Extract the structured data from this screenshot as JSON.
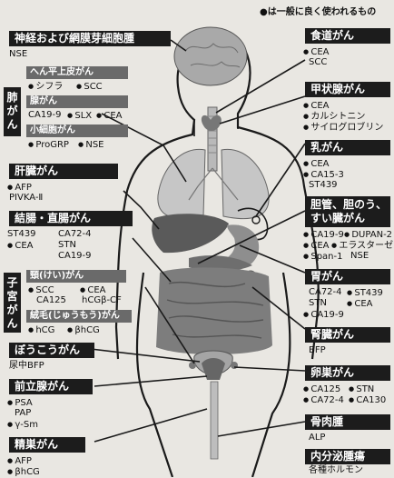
{
  "legend_note": "●は一般に良く使われるもの",
  "left": {
    "neuro": {
      "title": "神経および網膜芽細胞腫",
      "markers": [
        "NSE"
      ]
    },
    "lung": {
      "title": "肺がん",
      "squamous": {
        "title": "へん平上皮がん",
        "markers": [
          "シフラ",
          "SCC"
        ]
      },
      "adeno": {
        "title": "腺がん",
        "markers": [
          "CA19-9",
          "SLX",
          "CEA"
        ]
      },
      "small": {
        "title": "小細胞がん",
        "markers": [
          "ProGRP",
          "NSE"
        ]
      }
    },
    "liver": {
      "title": "肝臓がん",
      "markers": [
        "AFP"
      ],
      "plain": [
        "PIVKA-Ⅱ"
      ]
    },
    "colon": {
      "title": "結腸・直腸がん",
      "plain": [
        "ST439",
        "CA72-4",
        "STN",
        "CA19-9"
      ],
      "markers": [
        "CEA"
      ]
    },
    "uterus": {
      "title": "子宮がん",
      "neck": {
        "title": "頸(けい)がん",
        "markers": [
          "SCC",
          "CEA"
        ],
        "plain": [
          "CA125",
          "hCGβ-CF"
        ]
      },
      "chorio": {
        "title": "絨毛(じゅうもう)がん",
        "markers": [
          "hCG",
          "βhCG"
        ]
      }
    },
    "bladder": {
      "title": "ぼうこうがん",
      "plain": [
        "尿中BFP"
      ]
    },
    "prostate": {
      "title": "前立腺がん",
      "markers": [
        "PSA",
        "γ-Sm"
      ],
      "plain": [
        "PAP"
      ]
    },
    "testis": {
      "title": "精巣がん",
      "markers": [
        "AFP",
        "βhCG"
      ]
    }
  },
  "right": {
    "esophagus": {
      "title": "食道がん",
      "markers": [
        "CEA"
      ],
      "plain": [
        "SCC"
      ]
    },
    "thyroid": {
      "title": "甲状腺がん",
      "markers": [
        "CEA",
        "カルシトニン",
        "サイログロブリン"
      ]
    },
    "breast": {
      "title": "乳がん",
      "markers": [
        "CEA",
        "CA15-3"
      ],
      "plain": [
        "ST439"
      ]
    },
    "biliary": {
      "title_line1": "胆管、胆のう、",
      "title_line2": "すい臓がん",
      "markers": [
        "CA19-9",
        "DUPAN-2",
        "CEA",
        "エラスターゼ",
        "Span-1"
      ],
      "plain": [
        "NSE"
      ]
    },
    "stomach": {
      "title": "胃がん",
      "markers": [
        "ST439",
        "CEA",
        "CA19-9"
      ],
      "plain": [
        "CA72-4",
        "STN"
      ]
    },
    "kidney": {
      "title": "腎臓がん",
      "plain": [
        "BFP"
      ]
    },
    "ovary": {
      "title": "卵巣がん",
      "markers": [
        "CA125",
        "STN",
        "CA72-4",
        "CA130"
      ]
    },
    "bone": {
      "title": "骨肉腫",
      "plain": [
        "ALP"
      ]
    },
    "endocrine": {
      "title": "内分泌腫瘍",
      "plain": [
        "各種ホルモン"
      ]
    }
  }
}
